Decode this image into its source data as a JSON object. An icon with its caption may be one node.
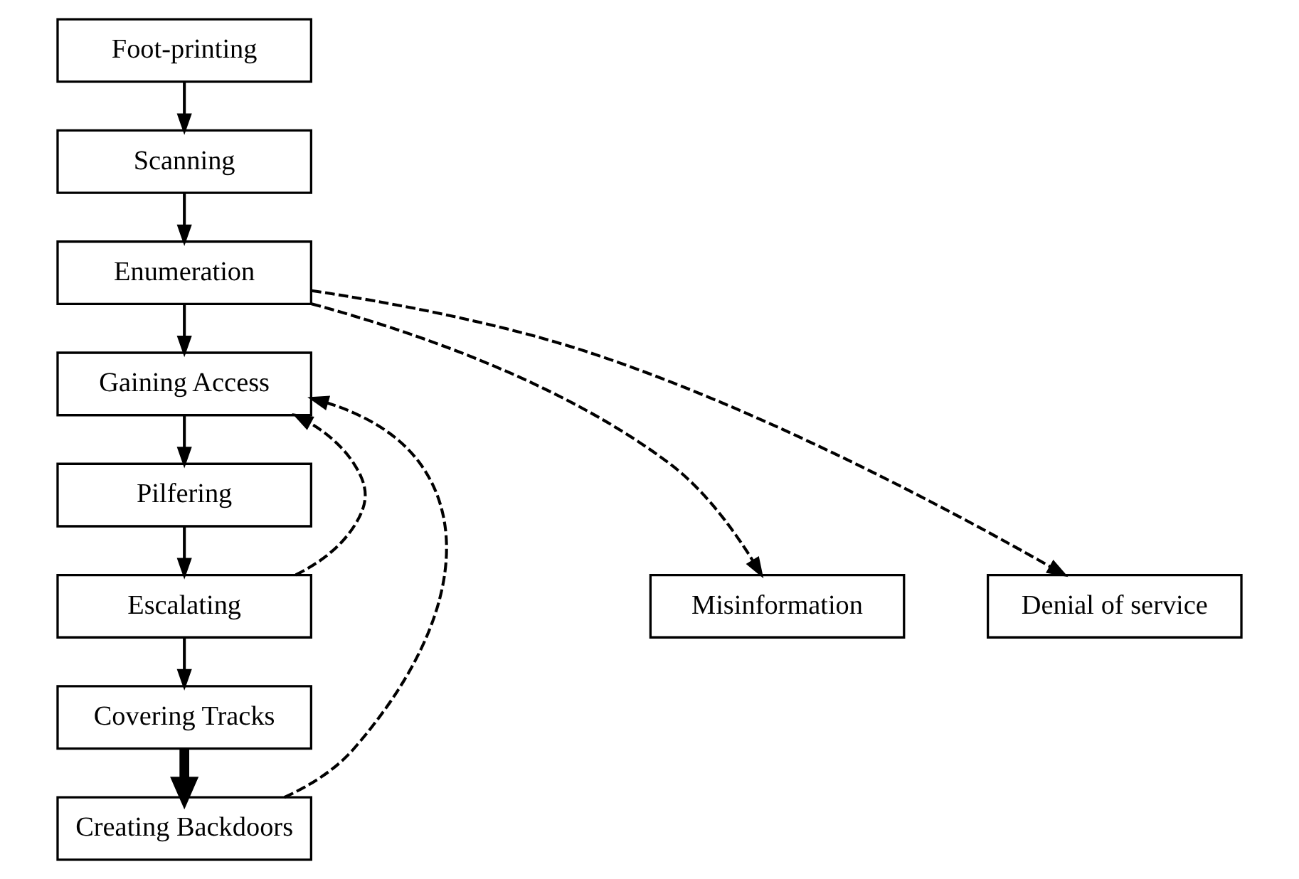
{
  "diagram": {
    "nodes": [
      {
        "text": [
          "Foot-printing"
        ]
      },
      {
        "text": [
          "Scanning"
        ]
      },
      {
        "text": [
          "Enumeration"
        ]
      },
      {
        "text": [
          "Gaining Access"
        ]
      },
      {
        "text": [
          "Pilfering"
        ]
      },
      {
        "text": [
          "Escalating"
        ]
      },
      {
        "text": [
          "Covering Tracks"
        ]
      },
      {
        "text": [
          "Creating Backdoors"
        ]
      },
      {
        "text": [
          "Misinformation"
        ]
      },
      {
        "text": [
          "Denial of service"
        ]
      }
    ],
    "edges": [
      {
        "from": 0,
        "to": 1,
        "arrow": "to"
      },
      {
        "from": 1,
        "to": 2,
        "arrow": "to"
      },
      {
        "from": 2,
        "to": 8,
        "arrow": "to",
        "style": "dashed"
      },
      {
        "from": 2,
        "to": 9,
        "arrow": "to",
        "style": "dashed"
      },
      {
        "from": 2,
        "to": 3,
        "arrow": "to"
      },
      {
        "from": 3,
        "to": 4,
        "arrow": "to"
      },
      {
        "from": 4,
        "to": 5,
        "arrow": "to"
      },
      {
        "from": 5,
        "to": 3,
        "arrow": "to",
        "style": "dashed"
      },
      {
        "from": 5,
        "to": 6,
        "arrow": "to"
      },
      {
        "from": 6,
        "to": 7,
        "arrow": "to",
        "style": "thick"
      },
      {
        "from": 7,
        "to": 3,
        "arrow": "to",
        "style": "dashed"
      }
    ]
  }
}
